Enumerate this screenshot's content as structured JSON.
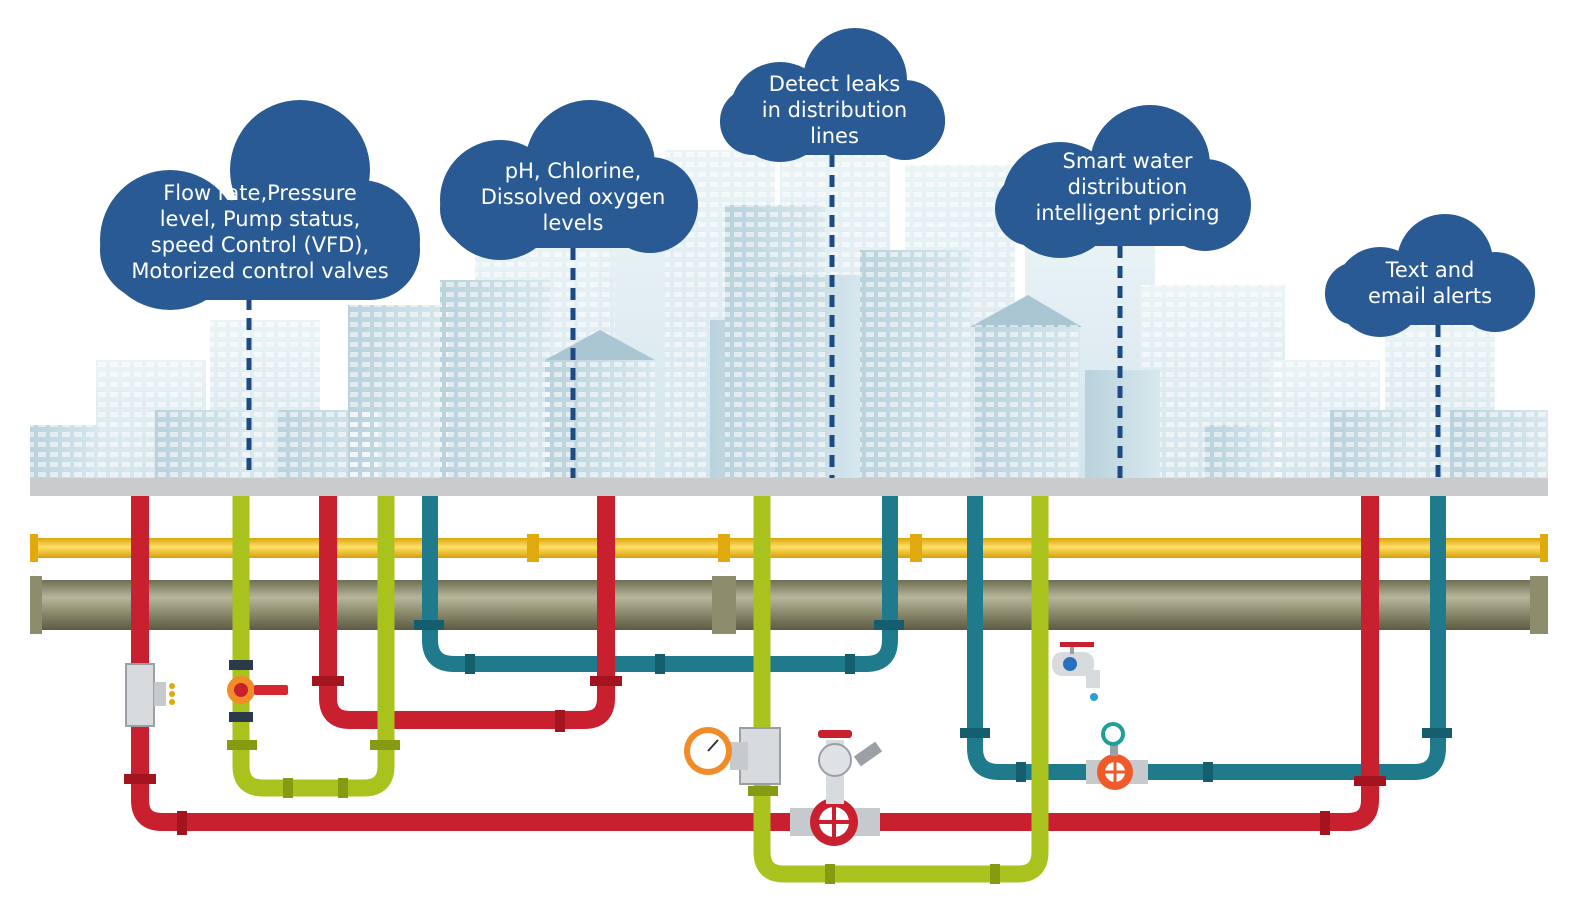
{
  "clouds": [
    {
      "id": "flow",
      "lines": [
        "Flow rate,Pressure",
        "level, Pump status,",
        "speed Control (VFD),",
        "Motorized control valves"
      ]
    },
    {
      "id": "quality",
      "lines": [
        "pH, Chlorine,",
        "Dissolved oxygen",
        "levels"
      ]
    },
    {
      "id": "leaks",
      "lines": [
        "Detect leaks",
        "in distribution",
        "lines"
      ]
    },
    {
      "id": "pricing",
      "lines": [
        "Smart water",
        "distribution",
        "intelligent pricing"
      ]
    },
    {
      "id": "alerts",
      "lines": [
        "Text and",
        "email alerts"
      ]
    }
  ],
  "colors": {
    "cloud": "#2a5a94",
    "connector": "#1e4a84",
    "red_pipe": "#c8202f",
    "green_pipe": "#a9c21d",
    "teal_pipe": "#1f7a8c",
    "yellow_pipe": "#f5c518",
    "main_pipe": "#8d8c6c",
    "ground": "#c9cbcd",
    "building": "#d4e6ee"
  },
  "icons": [
    "pressure-gauge-icon",
    "valve-wheel-icon",
    "faucet-icon",
    "ball-valve-icon"
  ]
}
